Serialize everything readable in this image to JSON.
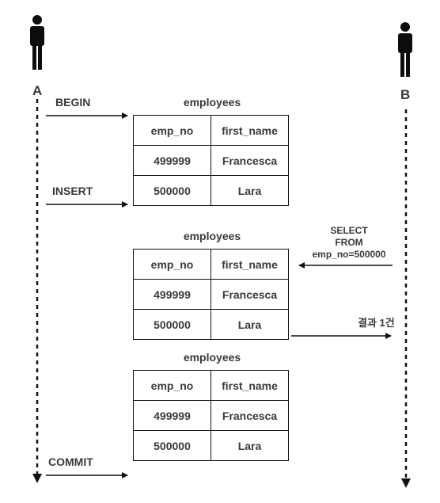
{
  "actors": {
    "a": {
      "label": "A",
      "icon": "person-icon"
    },
    "b": {
      "label": "B",
      "icon": "person-icon"
    }
  },
  "steps": {
    "begin": "BEGIN",
    "insert": "INSERT",
    "commit": "COMMIT",
    "select_lines": [
      "SELECT",
      "FROM",
      "emp_no=500000"
    ],
    "result": "결과 1건"
  },
  "tables": [
    {
      "title": "employees",
      "headers": [
        "emp_no",
        "first_name"
      ],
      "rows": [
        [
          "499999",
          "Francesca"
        ],
        [
          "500000",
          "Lara"
        ]
      ]
    },
    {
      "title": "employees",
      "headers": [
        "emp_no",
        "first_name"
      ],
      "rows": [
        [
          "499999",
          "Francesca"
        ],
        [
          "500000",
          "Lara"
        ]
      ]
    },
    {
      "title": "employees",
      "headers": [
        "emp_no",
        "first_name"
      ],
      "rows": [
        [
          "499999",
          "Francesca"
        ],
        [
          "500000",
          "Lara"
        ]
      ]
    }
  ],
  "colors": {
    "line": "#111111",
    "text": "#3a3a3a"
  }
}
